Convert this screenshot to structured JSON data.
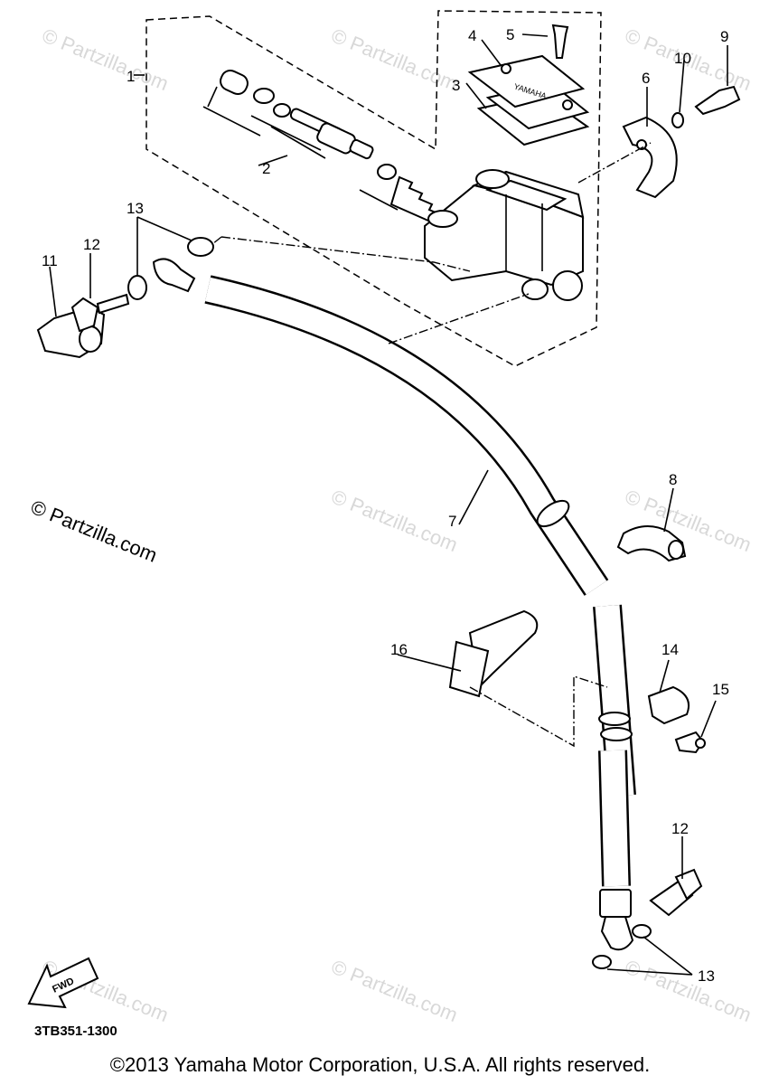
{
  "diagram": {
    "callouts": {
      "c1": "1",
      "c2": "2",
      "c3": "3",
      "c4": "4",
      "c5": "5",
      "c6": "6",
      "c7": "7",
      "c8": "8",
      "c9": "9",
      "c10": "10",
      "c11": "11",
      "c12a": "12",
      "c12b": "12",
      "c13a": "13",
      "c13b": "13",
      "c14": "14",
      "c15": "15",
      "c16": "16"
    },
    "fwd_label": "FWD",
    "cover_logo": "YAMAHA",
    "watermark": "© Partzilla.com",
    "diagram_code": "3TB351-1300",
    "copyright": "©2013  Yamaha Motor Corporation, U.S.A. All rights reserved."
  }
}
